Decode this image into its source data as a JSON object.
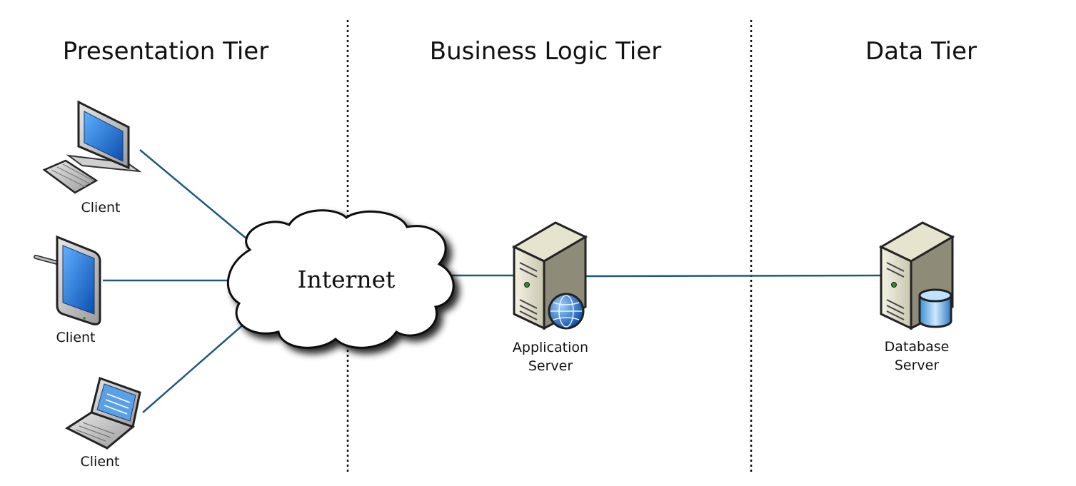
{
  "tiers": {
    "presentation": "Presentation Tier",
    "business": "Business Logic Tier",
    "data": "Data Tier"
  },
  "nodes": {
    "client_desktop": "Client",
    "client_tablet": "Client",
    "client_laptop": "Client",
    "internet": "Internet",
    "app_server_line1": "Application",
    "app_server_line2": "Server",
    "db_server_line1": "Database",
    "db_server_line2": "Server"
  },
  "icons": {
    "desktop": "desktop-computer-icon",
    "tablet": "tablet-icon",
    "laptop": "laptop-icon",
    "cloud": "cloud-icon",
    "app_server": "application-server-icon",
    "db_server": "database-server-icon"
  },
  "colors": {
    "connector": "#1f5a7a",
    "divider": "#111111",
    "screen_blue": "#1a6fd1"
  }
}
